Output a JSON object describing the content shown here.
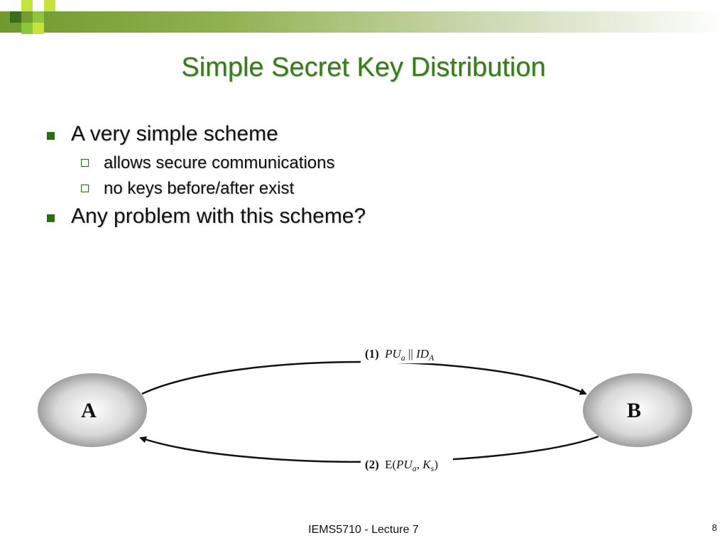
{
  "slide": {
    "title": "Simple Secret Key Distribution",
    "bullets": [
      {
        "text": "A very simple scheme",
        "sub": [
          "allows secure communications",
          "no keys before/after exist"
        ]
      },
      {
        "text": "Any problem with this scheme?",
        "sub": []
      }
    ],
    "diagram": {
      "node_a": "A",
      "node_b": "B",
      "message1": {
        "step": "(1)",
        "pu": "PU",
        "pu_sub": "a",
        "sep": " || ",
        "id": "ID",
        "id_sub": "A"
      },
      "message2": {
        "step": "(2)",
        "e": "E(",
        "pu": "PU",
        "pu_sub": "a",
        "comma": ", ",
        "k": "K",
        "k_sub": "s",
        "close": ")"
      }
    },
    "footer": "IEMS5710 - Lecture 7",
    "page_number": "8"
  },
  "colors": {
    "title": "#3a7a1f",
    "bullet": "#2f6a1c",
    "accent_light": "#c6e23c"
  }
}
